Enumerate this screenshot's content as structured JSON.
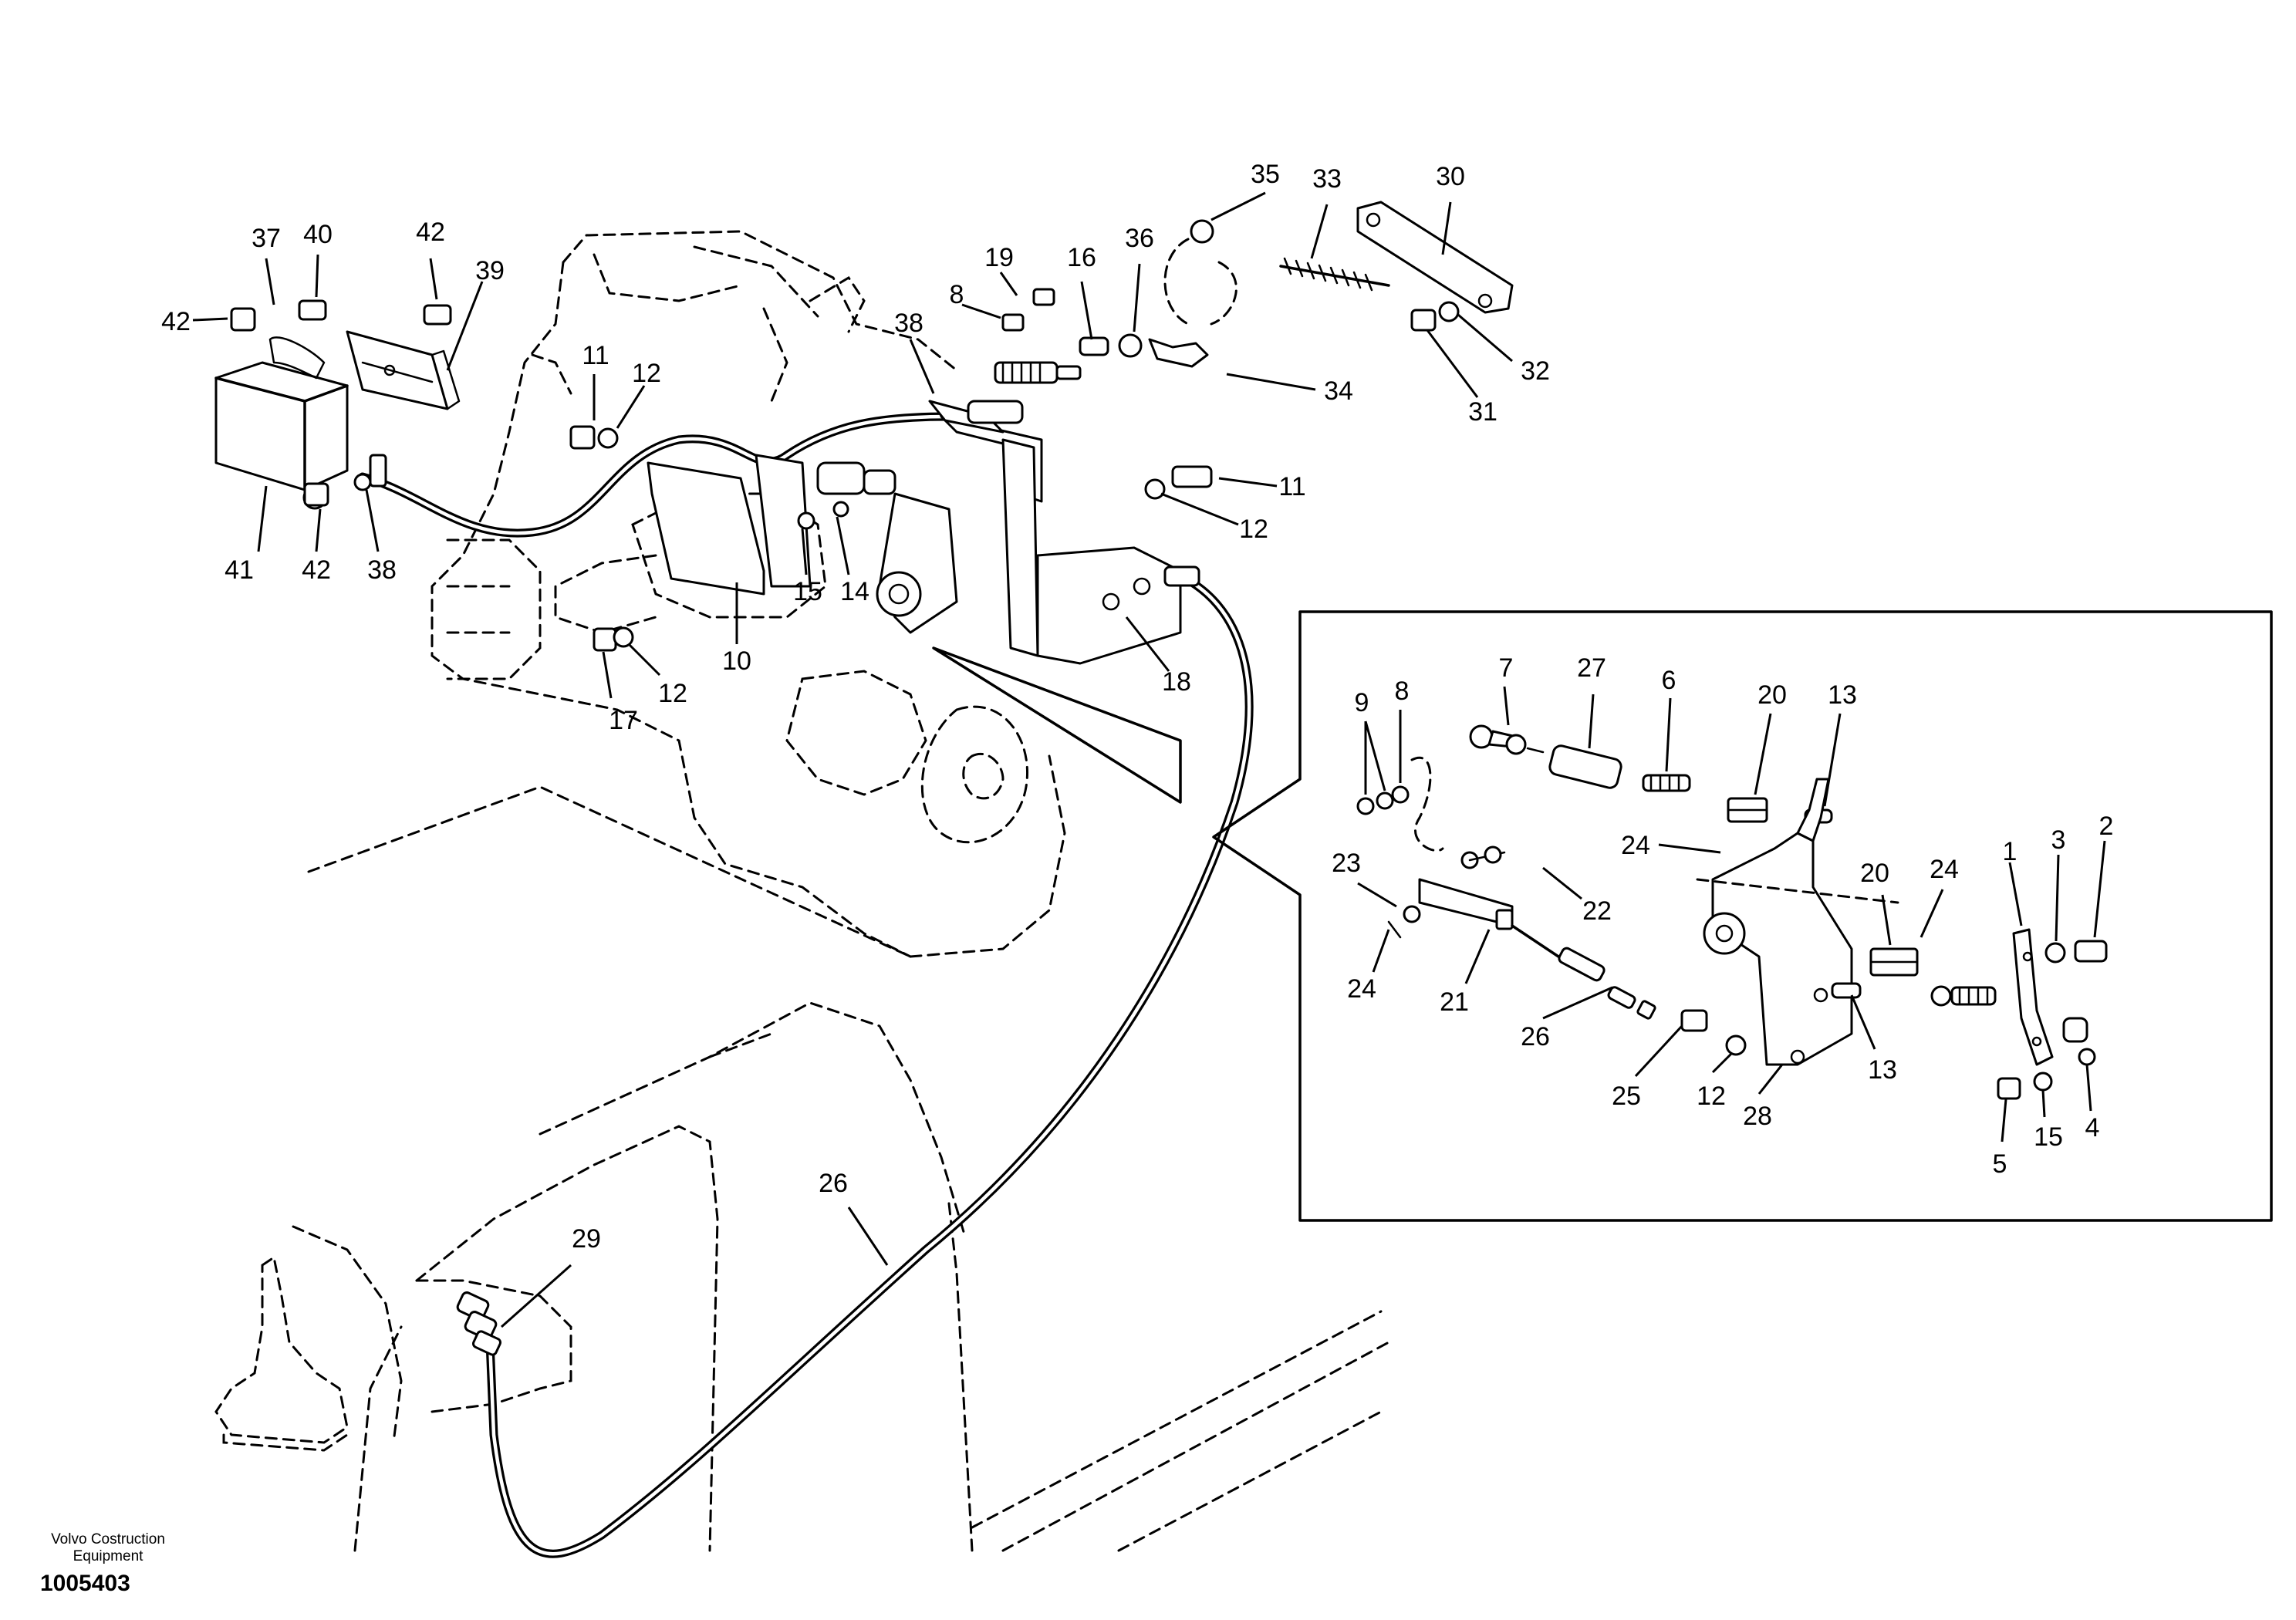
{
  "brand": {
    "line1": "Volvo Costruction",
    "line2": "Equipment"
  },
  "doc_number": "1005403",
  "callouts": [
    {
      "label": "35"
    },
    {
      "label": "33"
    },
    {
      "label": "30"
    },
    {
      "label": "37"
    },
    {
      "label": "40"
    },
    {
      "label": "42"
    },
    {
      "label": "39"
    },
    {
      "label": "19"
    },
    {
      "label": "16"
    },
    {
      "label": "36"
    },
    {
      "label": "8"
    },
    {
      "label": "42"
    },
    {
      "label": "38"
    },
    {
      "label": "11"
    },
    {
      "label": "12"
    },
    {
      "label": "32"
    },
    {
      "label": "34"
    },
    {
      "label": "31"
    },
    {
      "label": "11"
    },
    {
      "label": "12"
    },
    {
      "label": "41"
    },
    {
      "label": "42"
    },
    {
      "label": "38"
    },
    {
      "label": "15"
    },
    {
      "label": "14"
    },
    {
      "label": "10"
    },
    {
      "label": "18"
    },
    {
      "label": "17"
    },
    {
      "label": "12"
    },
    {
      "label": "29"
    },
    {
      "label": "26"
    },
    {
      "label": "7"
    },
    {
      "label": "27"
    },
    {
      "label": "6"
    },
    {
      "label": "20"
    },
    {
      "label": "13"
    },
    {
      "label": "9"
    },
    {
      "label": "8"
    },
    {
      "label": "24"
    },
    {
      "label": "23"
    },
    {
      "label": "22"
    },
    {
      "label": "24"
    },
    {
      "label": "21"
    },
    {
      "label": "26"
    },
    {
      "label": "20"
    },
    {
      "label": "24"
    },
    {
      "label": "1"
    },
    {
      "label": "3"
    },
    {
      "label": "2"
    },
    {
      "label": "25"
    },
    {
      "label": "12"
    },
    {
      "label": "28"
    },
    {
      "label": "13"
    },
    {
      "label": "4"
    },
    {
      "label": "5"
    },
    {
      "label": "15"
    }
  ]
}
